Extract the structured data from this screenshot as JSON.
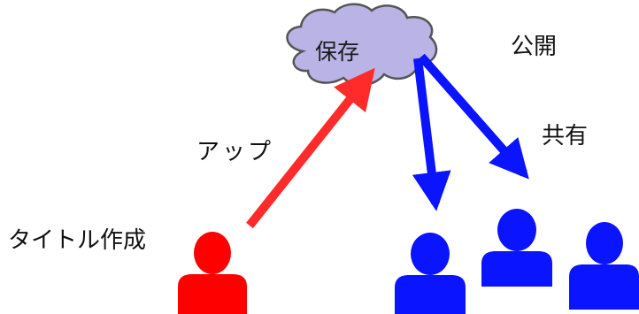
{
  "labels": {
    "cloud": "保存",
    "publish": "公開",
    "share": "共有",
    "upload": "アップ",
    "create": "タイトル作成"
  },
  "icons": {
    "storage": "cloud-icon",
    "creator": "person-icon",
    "recipients": "person-icon"
  },
  "colors": {
    "cloud_fill": "#b9b3e6",
    "cloud_stroke": "#555555",
    "creator": "#ff0000",
    "upload_arrow": "#ff2a2a",
    "share": "#0a14ff"
  }
}
